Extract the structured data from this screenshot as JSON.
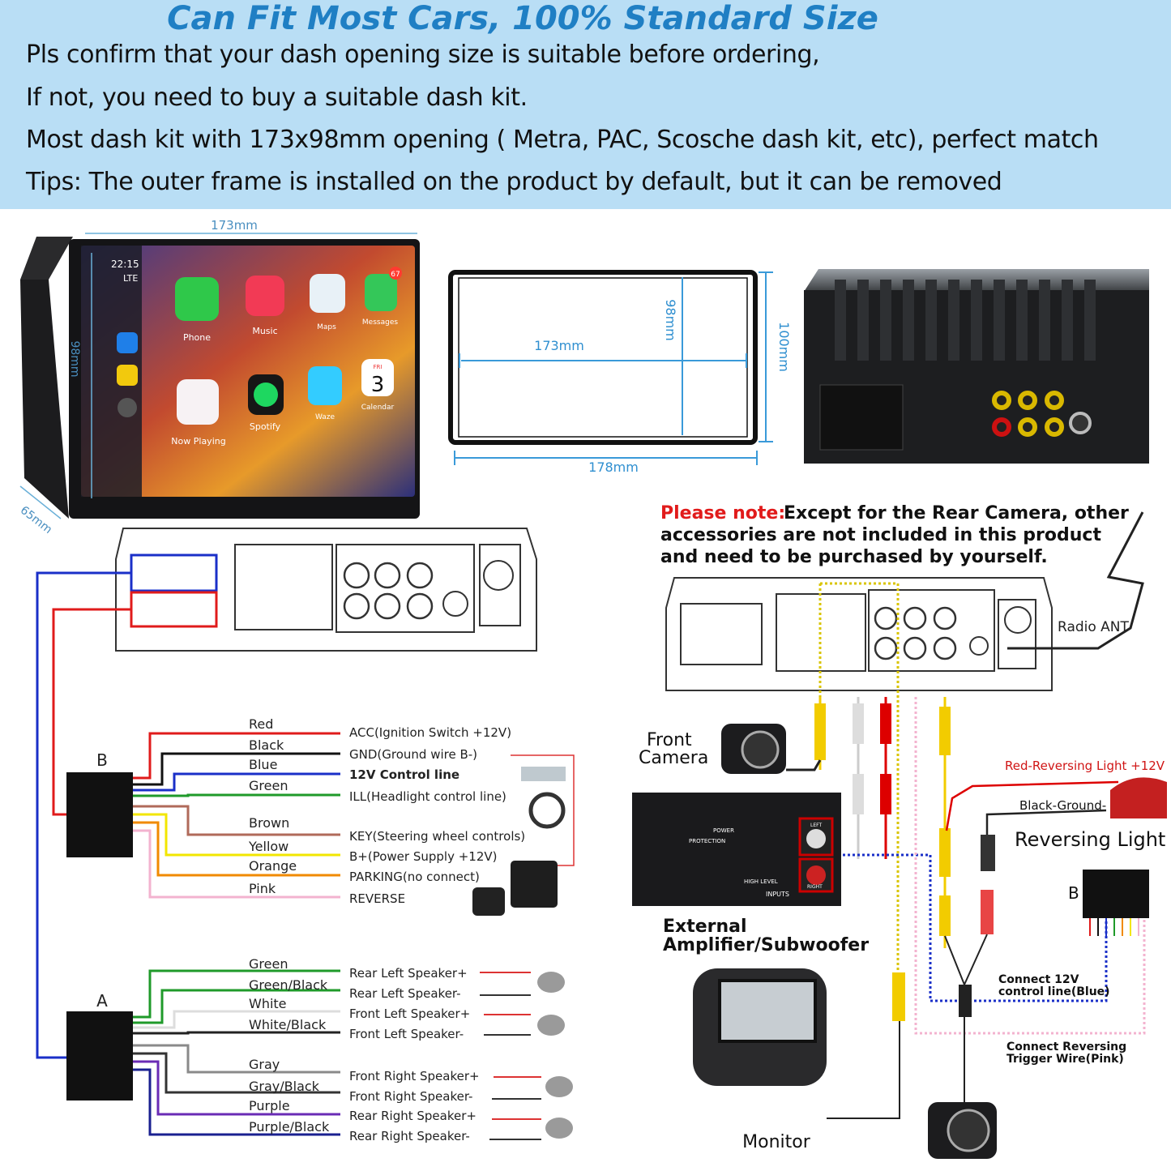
{
  "banner": {
    "title": "Can Fit Most Cars, 100% Standard Size",
    "lines": [
      "Pls confirm that your dash opening size is suitable before ordering,",
      "If not, you need to buy a suitable dash kit.",
      "Most dash kit with 173x98mm opening ( Metra, PAC, Scosche dash kit, etc), perfect match",
      "Tips: The outer frame is installed on the product by default, but it can be removed"
    ]
  },
  "dimensions": {
    "radio_width": "173mm",
    "radio_height": "98mm",
    "radio_depth": "65mm",
    "frame_inner_width": "173mm",
    "frame_inner_height": "98mm",
    "frame_outer_width": "178mm",
    "frame_outer_height": "100mm"
  },
  "screen": {
    "time": "22:15",
    "signal": "LTE",
    "badge_count": "67",
    "calendar_day": "FRI",
    "calendar_date": "3",
    "apps": [
      "Phone",
      "Music",
      "Maps",
      "Messages",
      "Now Playing",
      "Spotify",
      "Waze",
      "Calendar"
    ]
  },
  "note": {
    "label": "Please note:",
    "text_1": "Except for the Rear Camera, other",
    "text_2": "accessories are not included in this product",
    "text_3": "and need to be purchased by yourself."
  },
  "harness_b": {
    "label": "B",
    "wires": [
      {
        "color": "Red",
        "function": "ACC(Ignition Switch +12V)",
        "hex": "#e01b1b"
      },
      {
        "color": "Black",
        "function": "GND(Ground wire B-)",
        "hex": "#111111"
      },
      {
        "color": "Blue",
        "function": "12V Control line",
        "hex": "#1a2fc8"
      },
      {
        "color": "Green",
        "function": "ILL(Headlight control line)",
        "hex": "#1f9a2a"
      },
      {
        "color": "Brown",
        "function": "KEY(Steering wheel controls)",
        "hex": "#b06a5a"
      },
      {
        "color": "Yellow",
        "function": "B+(Power Supply +12V)",
        "hex": "#f2e600"
      },
      {
        "color": "Orange",
        "function": "PARKING(no connect)",
        "hex": "#f08a00"
      },
      {
        "color": "Pink",
        "function": "REVERSE",
        "hex": "#f3b3cf"
      }
    ]
  },
  "harness_a": {
    "label": "A",
    "wires": [
      {
        "color": "Green",
        "function": "Rear Left Speaker+",
        "hex": "#1f9a2a"
      },
      {
        "color": "Green/Black",
        "function": "Rear Left Speaker-",
        "hex": "#1f9a2a"
      },
      {
        "color": "White",
        "function": "Front Left Speaker+",
        "hex": "#dddddd"
      },
      {
        "color": "White/Black",
        "function": "Front Left Speaker-",
        "hex": "#222222"
      },
      {
        "color": "Gray",
        "function": "Front Right Speaker+",
        "hex": "#8a8a8a"
      },
      {
        "color": "Gray/Black",
        "function": "Front Right Speaker-",
        "hex": "#333333"
      },
      {
        "color": "Purple",
        "function": "Rear Right Speaker+",
        "hex": "#6a2bb5"
      },
      {
        "color": "Purple/Black",
        "function": "Rear Right Speaker-",
        "hex": "#1a2090"
      }
    ]
  },
  "accessories": {
    "radio_ant": "Radio ANT",
    "front_camera_1": "Front",
    "front_camera_2": "Camera",
    "amp_1": "External",
    "amp_2": "Amplifier/Subwoofer",
    "monitor": "Monitor",
    "reversing_light": "Reversing Light",
    "red_wire": "Red-Reversing Light +12V",
    "black_wire": "Black-Ground-",
    "b_label": "B",
    "connect_12v_1": "Connect 12V",
    "connect_12v_2": "control line(Blue)",
    "connect_rev_1": "Connect Reversing",
    "connect_rev_2": "Trigger Wire(Pink)",
    "amp_power": "POWER",
    "amp_protection": "PROTECTION",
    "amp_high_level": "HIGH LEVEL",
    "amp_inputs": "INPUTS",
    "amp_left": "LEFT",
    "amp_right": "RIGHT"
  }
}
